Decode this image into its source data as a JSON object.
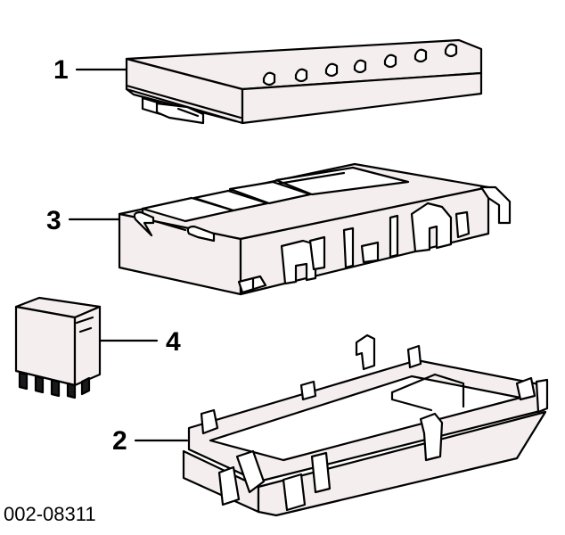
{
  "callouts": [
    {
      "number": "1"
    },
    {
      "number": "3"
    },
    {
      "number": "4"
    },
    {
      "number": "2"
    }
  ],
  "figure_code": "002-08311",
  "colors": {
    "line": "#000000",
    "fill": "#f4eeee",
    "background": "#ffffff"
  }
}
